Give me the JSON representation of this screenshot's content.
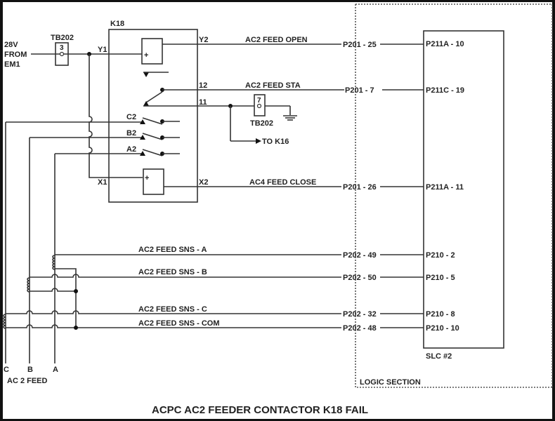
{
  "title": "ACPC AC2 FEEDER CONTACTOR K18 FAIL",
  "source": {
    "voltage": "28V",
    "from": "FROM",
    "origin": "EM1"
  },
  "terminal_blocks": [
    {
      "name": "TB202",
      "pin": "3"
    },
    {
      "name": "TB202",
      "pin": "7"
    }
  ],
  "relay": {
    "name": "K18",
    "coil_open": {
      "in": "Y1",
      "out": "Y2",
      "symbol": "+"
    },
    "coil_close": {
      "in": "X1",
      "out": "X2",
      "symbol": "+"
    },
    "aux_contacts": {
      "no": "12",
      "com": "11"
    },
    "main_contacts": [
      "C2",
      "B2",
      "A2"
    ]
  },
  "to_label": "TO K16",
  "signals": [
    {
      "name": "AC2 FEED OPEN",
      "connector": "P201 - 25",
      "slc_pin": "P211A - 10"
    },
    {
      "name": "AC2 FEED STA",
      "connector": "P201 - 7",
      "slc_pin": "P211C - 19"
    },
    {
      "name": "AC4 FEED CLOSE",
      "connector": "P201 - 26",
      "slc_pin": "P211A - 11"
    },
    {
      "name": "AC2 FEED SNS - A",
      "connector": "P202 - 49",
      "slc_pin": "P210 - 2"
    },
    {
      "name": "AC2 FEED SNS - B",
      "connector": "P202 - 50",
      "slc_pin": "P210 - 5"
    },
    {
      "name": "AC2 FEED SNS - C",
      "connector": "P202 - 32",
      "slc_pin": "P210 - 8"
    },
    {
      "name": "AC2 FEED SNS - COM",
      "connector": "P202 - 48",
      "slc_pin": "P210 - 10"
    }
  ],
  "slc": {
    "name": "SLC #2"
  },
  "logic_section": "LOGIC SECTION",
  "feed": {
    "phases": [
      "C",
      "B",
      "A"
    ],
    "label": "AC 2 FEED"
  }
}
